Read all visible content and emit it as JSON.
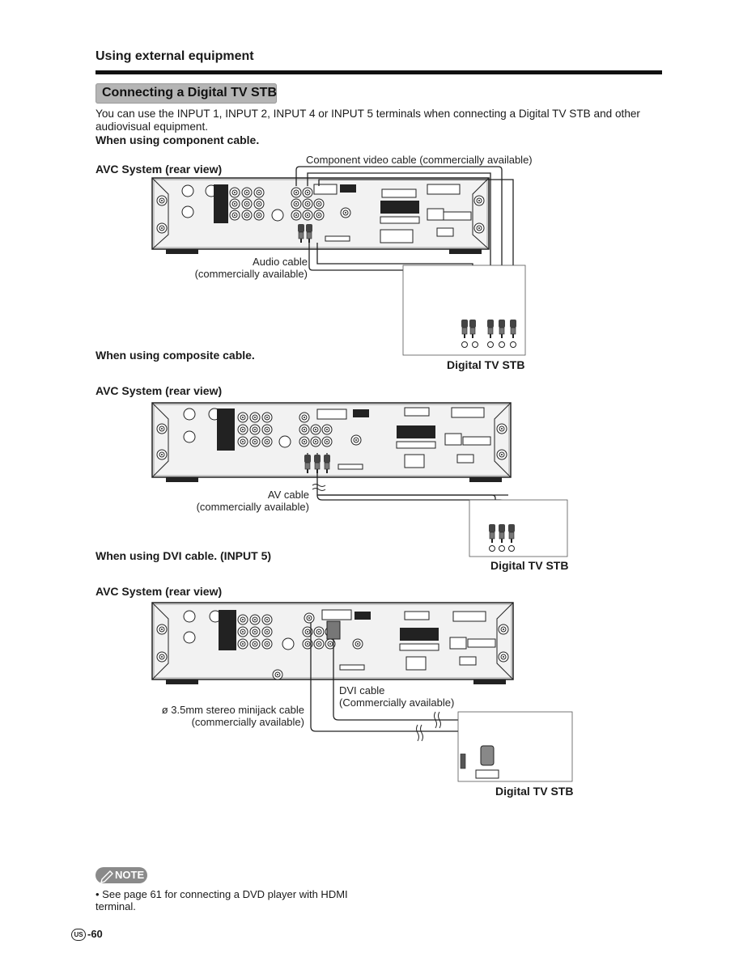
{
  "header": {
    "section_title": "Using external equipment"
  },
  "banner": {
    "title": "Connecting a Digital TV STB"
  },
  "intro": {
    "text": "You can use the INPUT 1, INPUT 2, INPUT 4 or INPUT 5 terminals when connecting a Digital TV STB and other audiovisual equipment."
  },
  "section1": {
    "heading": "When using component cable.",
    "avc_label": "AVC System (rear view)",
    "video_cable": "Component video cable (commercially available)",
    "audio_cable_1": "Audio cable",
    "audio_cable_2": "(commercially available)",
    "stb_label": "Digital TV STB"
  },
  "section2": {
    "heading": "When using composite cable.",
    "avc_label": "AVC System (rear view)",
    "av_cable_1": "AV cable",
    "av_cable_2": "(commercially available)",
    "stb_label": "Digital TV STB"
  },
  "section3": {
    "heading": "When using DVI cable. (INPUT 5)",
    "avc_label": "AVC System (rear view)",
    "dvi_cable_1": "DVI cable",
    "dvi_cable_2": "(Commercially available)",
    "minijack_1": "ø 3.5mm stereo minijack cable",
    "minijack_2": "(commercially available)",
    "stb_label": "Digital TV STB"
  },
  "note": {
    "badge": "NOTE",
    "text": "• See page 61 for connecting a DVD player with HDMI terminal."
  },
  "footer": {
    "region": "US",
    "page": "-60"
  },
  "colors": {
    "ink": "#1a1a1a",
    "panel": "#f2f2f2",
    "banner": "#b5b5b5"
  }
}
